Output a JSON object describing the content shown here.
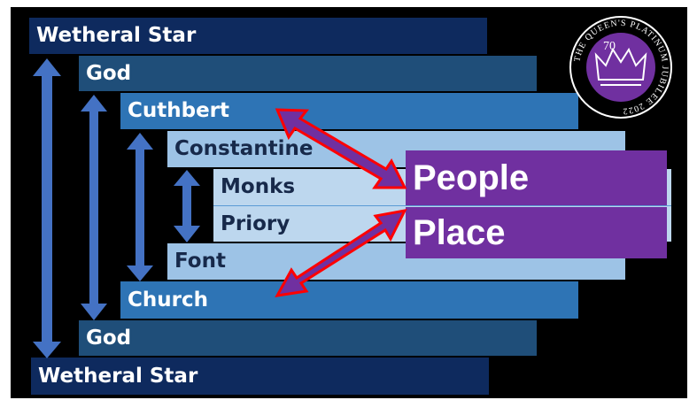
{
  "levels": {
    "outer_top": "Wetheral Star",
    "god_top": "God",
    "cuthbert": "Cuthbert",
    "constantine": "Constantine",
    "monks": "Monks",
    "priory": "Priory",
    "font": "Font",
    "church": "Church",
    "god_bottom": "God",
    "outer_bottom": "Wetheral Star"
  },
  "boxes": {
    "people": "People",
    "place": "Place"
  },
  "emblem": {
    "ring_text": "THE QUEEN'S PLATINUM JUBILEE 2022",
    "number": "70"
  },
  "colors": {
    "level0": "#0e2a5e",
    "level1": "#1f4e79",
    "level2": "#2e74b5",
    "level3": "#9dc3e6",
    "level4": "#bdd7ee",
    "arrow_fill": "#4472c4",
    "double_arrow_fill": "#7030a0",
    "double_arrow_stroke": "#ff0000",
    "box_fill": "#7030a0"
  }
}
